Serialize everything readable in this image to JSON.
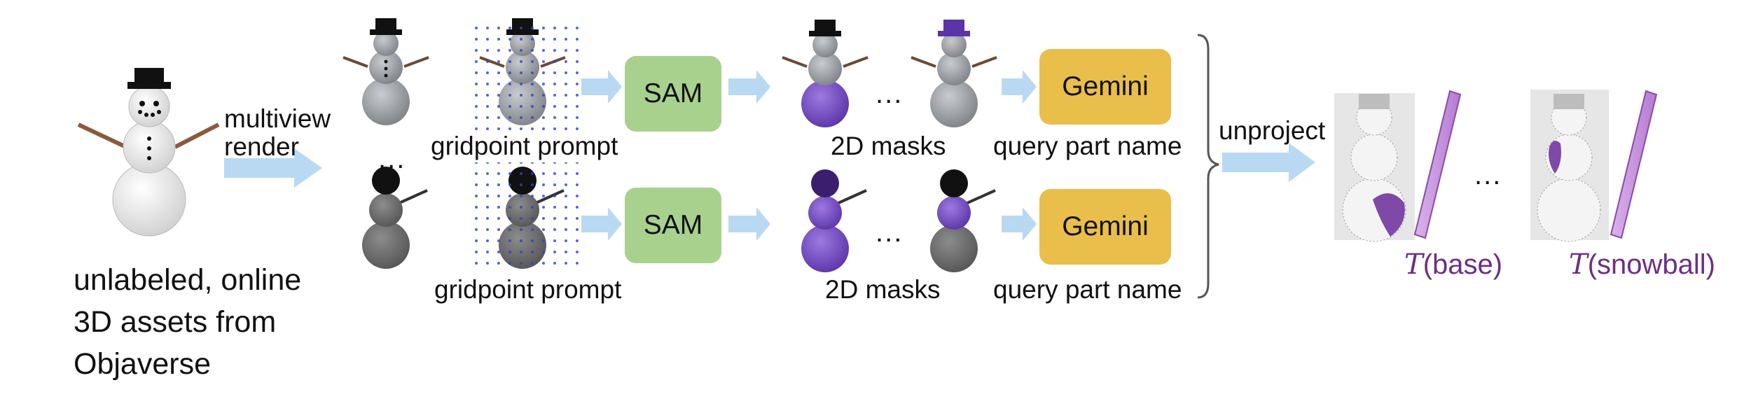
{
  "source_label": "unlabeled, online 3D assets from Objaverse",
  "multiview_label": "multiview render",
  "gridpoint_prompt_top": "gridpoint prompt",
  "gridpoint_prompt_bottom": "gridpoint prompt",
  "ellipsis": "...",
  "sam_top": "SAM",
  "sam_bottom": "SAM",
  "masks_top": "2D masks",
  "masks_bottom": "2D masks",
  "gemini_top": "Gemini",
  "gemini_bottom": "Gemini",
  "query_top": "query part name",
  "query_bottom": "query part name",
  "unproject_label": "unproject",
  "token_symbol": "T",
  "token_base": "(base)",
  "token_snowball": "(snowball)",
  "colors": {
    "arrow": "#b9d9f2",
    "sam": "#a9d18e",
    "gemini": "#e9be4a",
    "mask": "#6a41b0",
    "token": "#c99ae0",
    "label": "#6b2f87"
  }
}
